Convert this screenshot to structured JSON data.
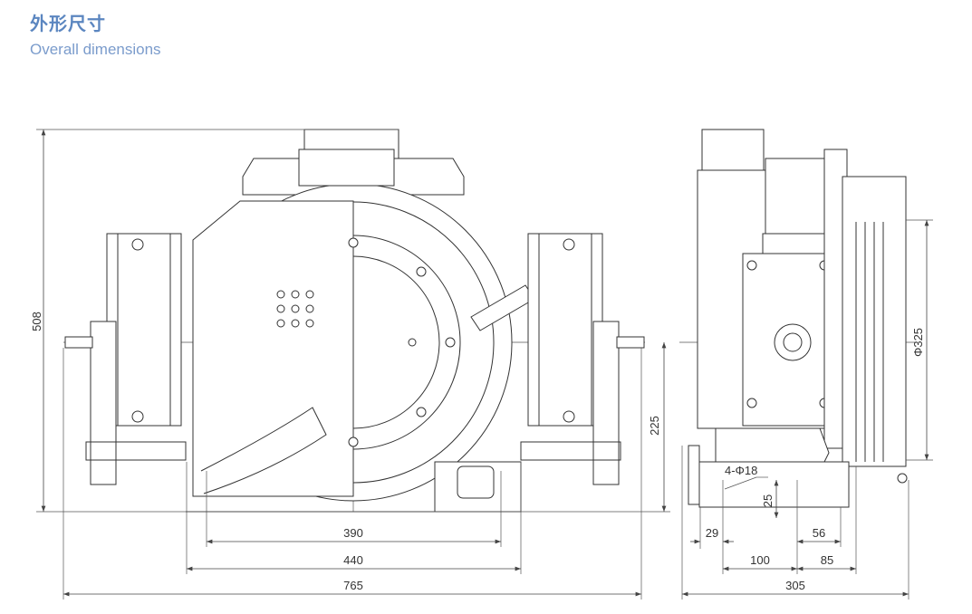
{
  "header": {
    "title_cn": "外形尺寸",
    "title_en": "Overall dimensions"
  },
  "front_view": {
    "dimensions": {
      "height_total": "508",
      "shaft_height": "225",
      "foot_inner": "390",
      "foot_outer": "440",
      "width_total": "765"
    }
  },
  "side_view": {
    "dimensions": {
      "sheave_diameter": "Φ325",
      "holes": "4-Φ18",
      "foot_thickness": "25",
      "offset_29": "29",
      "offset_56": "56",
      "holes_spacing": "100",
      "offset_85": "85",
      "depth_total": "305"
    }
  }
}
